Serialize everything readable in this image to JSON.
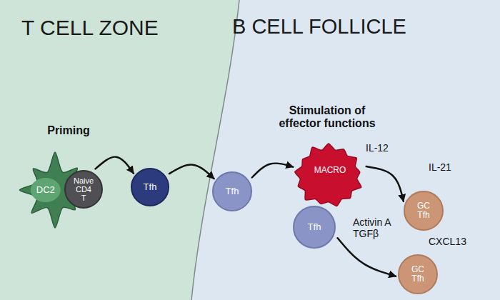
{
  "diagram": {
    "nodes": [
      {
        "text": [
          "T CELL ZONE"
        ]
      },
      {
        "text": [
          "B CELL FOLLICLE"
        ]
      },
      {
        "text": [
          "DC2"
        ],
        "in": 0
      },
      {
        "text": [
          "Naive CD4 T"
        ],
        "in": 0
      },
      {
        "text": [
          "Tfh"
        ],
        "in": 0
      },
      {
        "text": [
          "Tfh"
        ],
        "in": 1
      },
      {
        "text": [
          "MACRO"
        ],
        "in": 1
      },
      {
        "text": [
          "Tfh"
        ],
        "in": 1
      },
      {
        "text": [
          "GC Tfh"
        ],
        "in": 1
      },
      {
        "text": [
          "GC Tfh"
        ],
        "in": 1
      }
    ],
    "edges": [
      {
        "from": 3,
        "to": 4,
        "arrow": "to"
      },
      {
        "from": 4,
        "to": 5,
        "arrow": "to"
      },
      {
        "from": 5,
        "to": 6,
        "arrow": "to"
      },
      {
        "from": 6,
        "to": 8,
        "label": "IL-12",
        "arrow": "to"
      },
      {
        "from": 7,
        "to": 9,
        "label": "Activin A TGFβ",
        "arrow": "to"
      }
    ],
    "labels": [
      "Priming",
      "Stimulation of effector functions",
      "IL-21",
      "CXCL13"
    ]
  }
}
